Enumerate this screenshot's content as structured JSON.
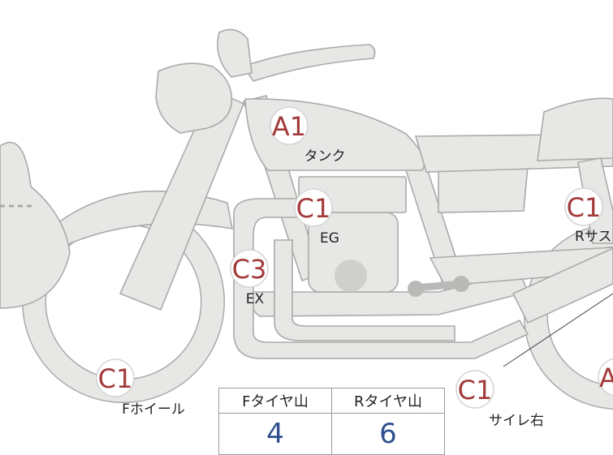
{
  "colors": {
    "part_fill": "#e7e8e6",
    "part_stroke": "#a9aba8",
    "code_text": "#a23a3a",
    "count_text": "#2f4f8f"
  },
  "badges": [
    {
      "code": "A1",
      "label": "タンク"
    },
    {
      "code": "C1",
      "label": "EG"
    },
    {
      "code": "C3",
      "label": "EX"
    },
    {
      "code": "C1",
      "label": "Fホイール"
    },
    {
      "code": "C1",
      "label": "Rサス"
    },
    {
      "code": "C1",
      "label": "サイレ右"
    },
    {
      "code": "A"
    }
  ],
  "tire_table": {
    "headers": [
      "Fタイヤ山",
      "Rタイヤ山"
    ],
    "values": [
      "4",
      "6"
    ]
  }
}
